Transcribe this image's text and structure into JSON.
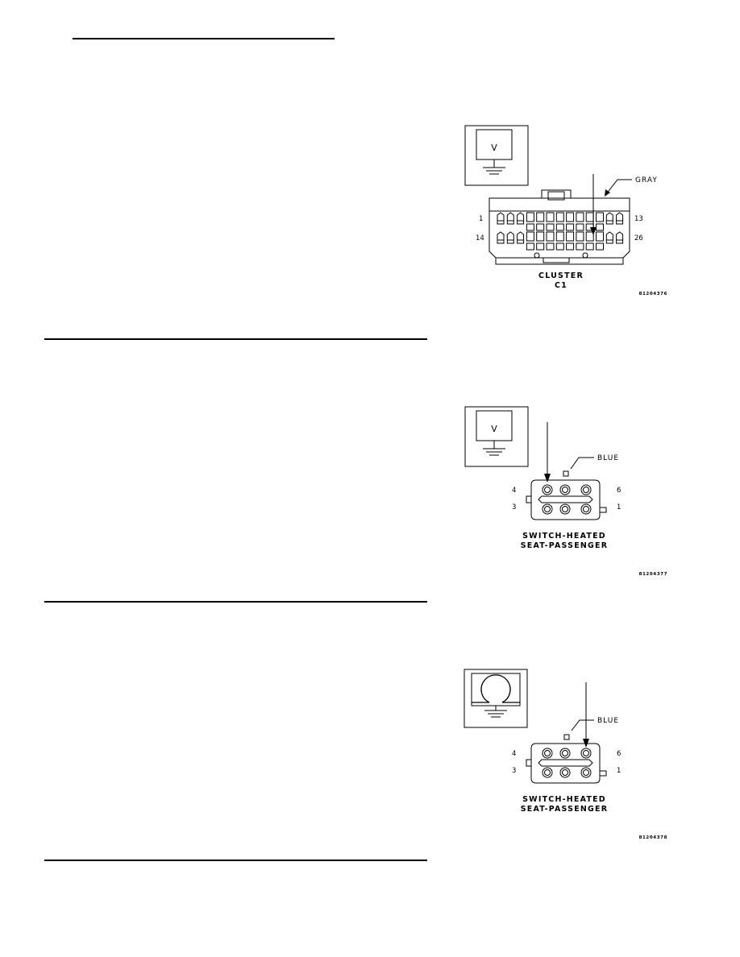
{
  "figures": [
    {
      "id": "fig1",
      "meter_symbol": "V",
      "wire_color": "GRAY",
      "pin_numbers": {
        "top_left": "1",
        "top_right": "13",
        "bottom_left": "14",
        "bottom_right": "26"
      },
      "caption": {
        "line1": "CLUSTER",
        "line2": "C1"
      },
      "figure_id": "81204376"
    },
    {
      "id": "fig2",
      "meter_symbol": "V",
      "wire_color": "BLUE",
      "pin_numbers": {
        "top_left": "4",
        "top_right": "6",
        "bottom_left": "3",
        "bottom_right": "1"
      },
      "caption": {
        "line1": "SWITCH-HEATED",
        "line2": "SEAT-PASSENGER"
      },
      "figure_id": "81204377"
    },
    {
      "id": "fig3",
      "meter_symbol": "ohmmeter",
      "wire_color": "BLUE",
      "pin_numbers": {
        "top_left": "4",
        "top_right": "6",
        "bottom_left": "3",
        "bottom_right": "1"
      },
      "caption": {
        "line1": "SWITCH-HEATED",
        "line2": "SEAT-PASSENGER"
      },
      "figure_id": "81204378"
    }
  ]
}
